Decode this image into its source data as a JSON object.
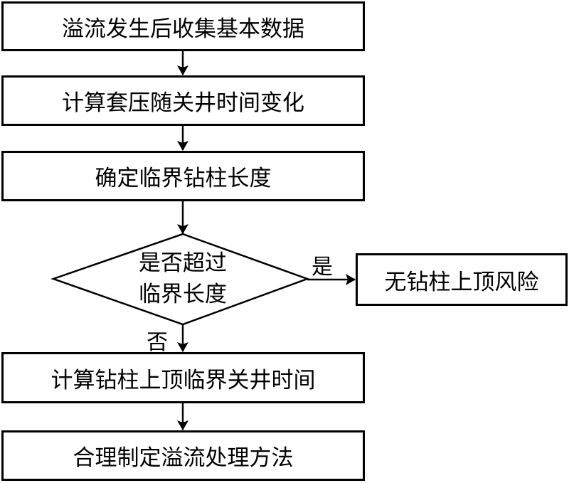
{
  "flowchart": {
    "nodes": [
      {
        "id": "step1",
        "type": "process",
        "text": "溢流发生后收集基本数据"
      },
      {
        "id": "step2",
        "type": "process",
        "text": "计算套压随关井时间变化"
      },
      {
        "id": "step3",
        "type": "process",
        "text": "确定临界钻柱长度"
      },
      {
        "id": "decision",
        "type": "decision",
        "line1": "是否超过",
        "line2": "临界长度"
      },
      {
        "id": "no_risk",
        "type": "process",
        "text": "无钻柱上顶风险"
      },
      {
        "id": "step5",
        "type": "process",
        "text": "计算钻柱上顶临界关井时间"
      },
      {
        "id": "step6",
        "type": "process",
        "text": "合理制定溢流处理方法"
      }
    ],
    "edges": [
      {
        "from": "step1",
        "to": "step2",
        "label": ""
      },
      {
        "from": "step2",
        "to": "step3",
        "label": ""
      },
      {
        "from": "step3",
        "to": "decision",
        "label": ""
      },
      {
        "from": "decision",
        "to": "no_risk",
        "label": "是"
      },
      {
        "from": "decision",
        "to": "step5",
        "label": "否"
      },
      {
        "from": "step5",
        "to": "step6",
        "label": ""
      }
    ],
    "yes_label": "是",
    "no_label": "否"
  }
}
